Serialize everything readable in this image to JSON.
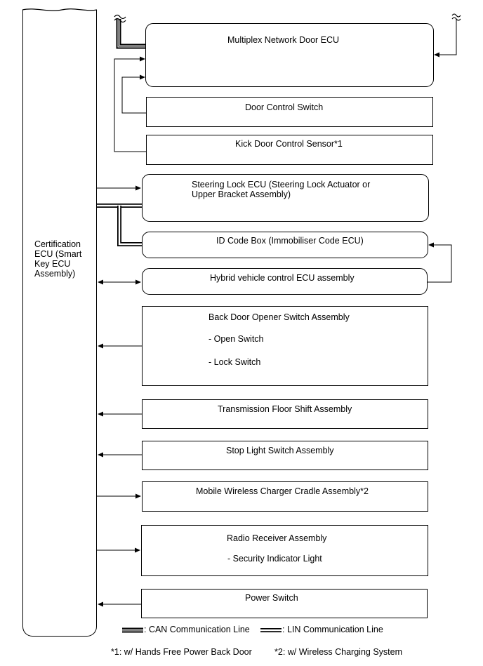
{
  "ecu": {
    "label_lines": [
      "Certification",
      "ECU (Smart",
      "Key ECU",
      "Assembly)"
    ]
  },
  "boxes": {
    "multiplex": "Multiplex Network Door ECU",
    "door_control": "Door Control Switch",
    "kick_door": "Kick Door Control Sensor*1",
    "steering_lock": [
      "Steering Lock ECU (Steering Lock Actuator or",
      "Upper Bracket Assembly)"
    ],
    "id_code_box": "ID Code Box (Immobiliser Code ECU)",
    "hybrid": "Hybrid vehicle control ECU assembly",
    "back_door": {
      "title": "Back Door Opener Switch Assembly",
      "items": [
        "- Open Switch",
        "- Lock Switch"
      ]
    },
    "transmission": "Transmission Floor Shift Assembly",
    "stop_light": "Stop Light Switch Assembly",
    "wireless_charger": "Mobile Wireless Charger Cradle Assembly*2",
    "radio": {
      "title": "Radio Receiver Assembly",
      "item": "- Security Indicator Light"
    },
    "power_switch": "Power Switch"
  },
  "legend": {
    "can": ": CAN Communication Line",
    "lin": ": LIN Communication Line"
  },
  "footnotes": {
    "note1": "*1: w/ Hands Free Power Back Door",
    "note2": "*2: w/ Wireless Charging System"
  }
}
